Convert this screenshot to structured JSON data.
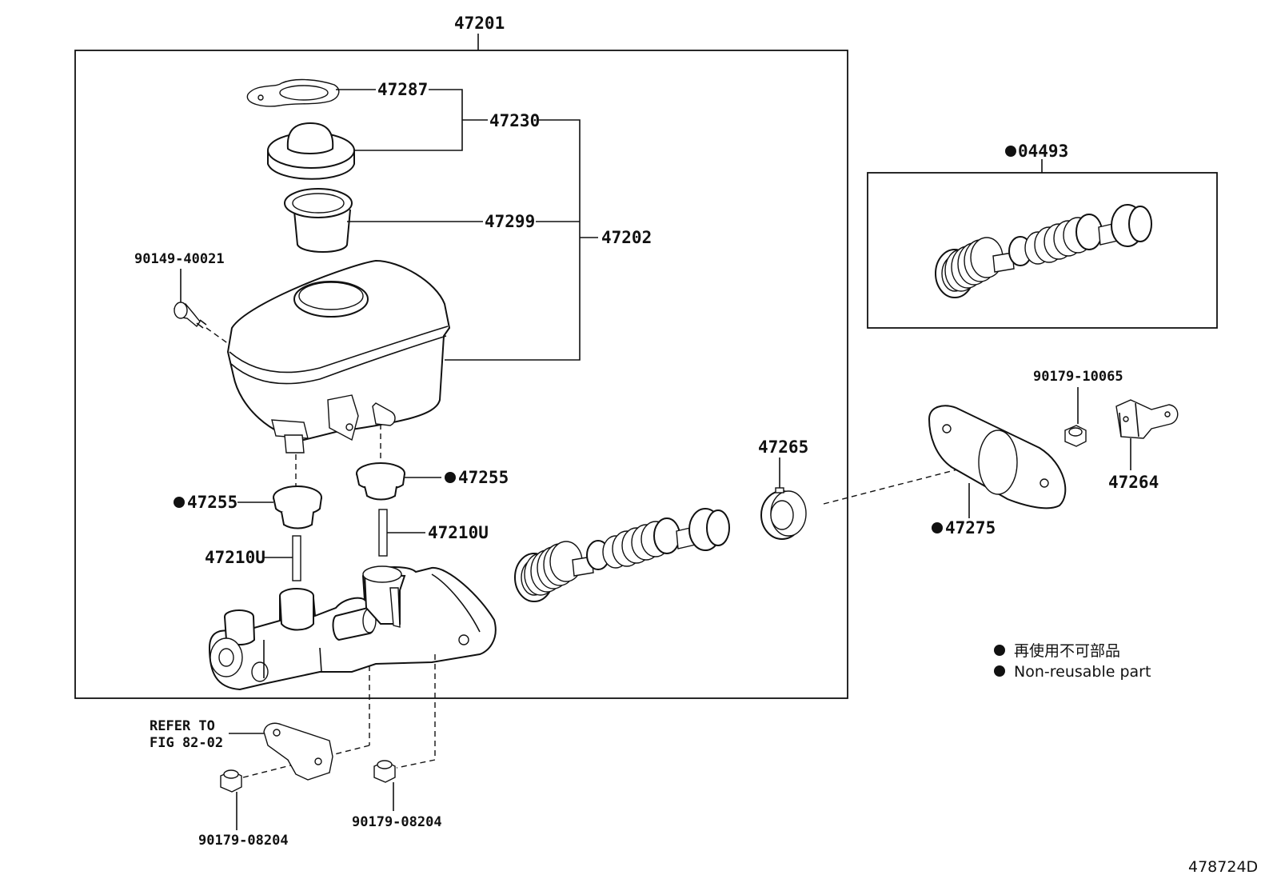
{
  "labels": {
    "assembly": "47201",
    "gasket": "47287",
    "cap_sub": "47230",
    "strainer": "47299",
    "reservoir_sub": "47202",
    "screw": "90149-40021",
    "grommet_left": "47255",
    "grommet_right": "47255",
    "pin_left": "47210U",
    "pin_right": "47210U",
    "kit": "04493",
    "nut_top": "90179-10065",
    "bracket_right": "47264",
    "oring": "47265",
    "flange_gasket": "47275",
    "refer_line1": "REFER TO",
    "refer_line2": "FIG 82-02",
    "nut_bottom_left": "90179-08204",
    "nut_bottom_right": "90179-08204",
    "figure_id": "478724D"
  },
  "legend": {
    "japanese": "再使用不可部品",
    "english": "Non-reusable part"
  }
}
